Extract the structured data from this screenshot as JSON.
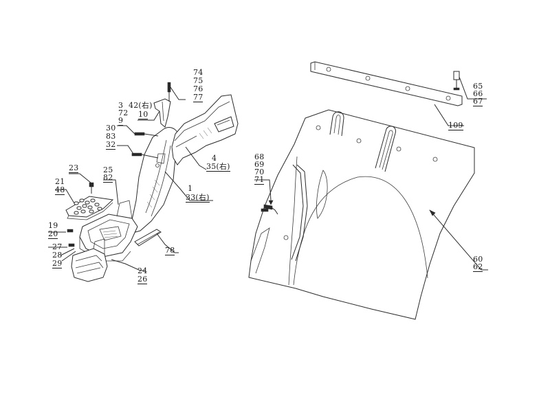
{
  "callouts": [
    {
      "id": "c74",
      "text": "74"
    },
    {
      "id": "c75",
      "text": "75"
    },
    {
      "id": "c76",
      "text": "76"
    },
    {
      "id": "c77",
      "text": "77"
    },
    {
      "id": "c3",
      "text": "3"
    },
    {
      "id": "c42",
      "text": "42(右)"
    },
    {
      "id": "c72",
      "text": "72"
    },
    {
      "id": "c10",
      "text": "10"
    },
    {
      "id": "c9",
      "text": "9"
    },
    {
      "id": "c30",
      "text": "30"
    },
    {
      "id": "c83",
      "text": "83"
    },
    {
      "id": "c32",
      "text": "32"
    },
    {
      "id": "c4",
      "text": "4"
    },
    {
      "id": "c35",
      "text": "35(右)"
    },
    {
      "id": "c23",
      "text": "23"
    },
    {
      "id": "c25",
      "text": "25"
    },
    {
      "id": "c82",
      "text": "82"
    },
    {
      "id": "c21",
      "text": "21"
    },
    {
      "id": "c48",
      "text": "48"
    },
    {
      "id": "c1",
      "text": "1"
    },
    {
      "id": "c33",
      "text": "33(右)"
    },
    {
      "id": "c19",
      "text": "19"
    },
    {
      "id": "c20",
      "text": "20"
    },
    {
      "id": "c27",
      "text": "27"
    },
    {
      "id": "c28",
      "text": "28"
    },
    {
      "id": "c29",
      "text": "29"
    },
    {
      "id": "c78",
      "text": "78"
    },
    {
      "id": "c24",
      "text": "24"
    },
    {
      "id": "c26",
      "text": "26"
    },
    {
      "id": "c65",
      "text": "65"
    },
    {
      "id": "c66",
      "text": "66"
    },
    {
      "id": "c67",
      "text": "67"
    },
    {
      "id": "c109",
      "text": "109"
    },
    {
      "id": "c68",
      "text": "68"
    },
    {
      "id": "c69",
      "text": "69"
    },
    {
      "id": "c70",
      "text": "70"
    },
    {
      "id": "c71",
      "text": "71"
    },
    {
      "id": "c60",
      "text": "60"
    },
    {
      "id": "c62",
      "text": "62"
    }
  ]
}
